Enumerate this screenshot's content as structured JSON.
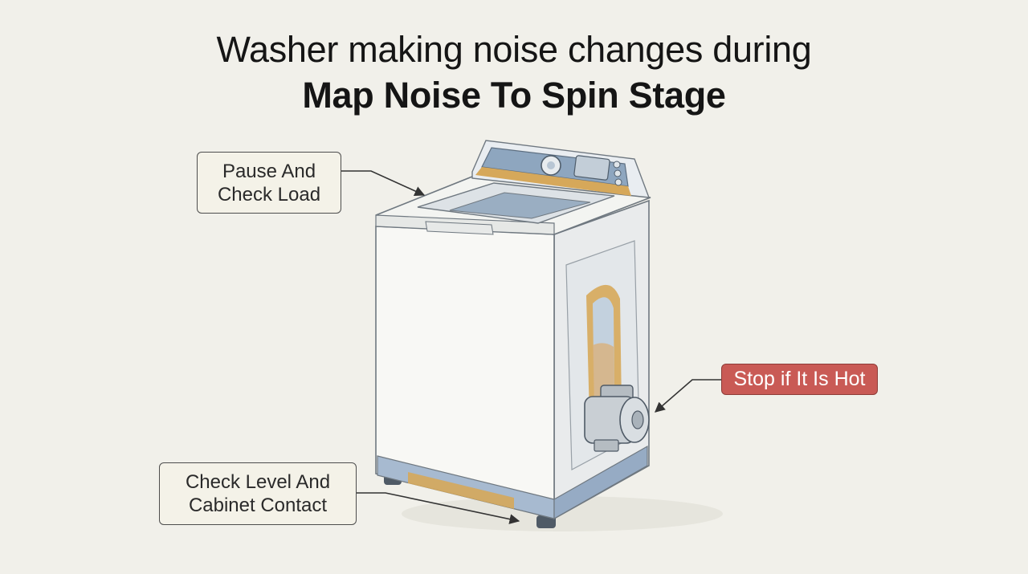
{
  "title": {
    "line1": "Washer making noise changes during",
    "line2": "Map Noise To Spin Stage"
  },
  "callouts": {
    "pause": {
      "line1": "Pause And",
      "line2": "Check Load"
    },
    "hot": {
      "text": "Stop if It Is Hot"
    },
    "level": {
      "line1": "Check Level And",
      "line2": "Cabinet Contact"
    }
  },
  "colors": {
    "background": "#f1f0ea",
    "washer_body": "#f8f8f5",
    "panel_blue": "#8ea6bf",
    "accent_tan": "#d6a85a",
    "alert_red": "#c95a55"
  },
  "icons": [
    "washing-machine-illustration",
    "drain-pump-motor",
    "control-knob",
    "digital-display"
  ]
}
